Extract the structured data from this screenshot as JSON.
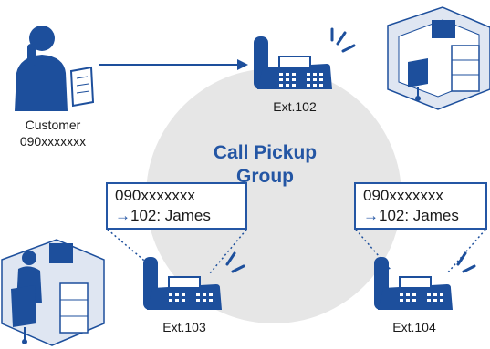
{
  "diagram": {
    "group_title_line1": "Call Pickup",
    "group_title_line2": "Group",
    "customer": {
      "label": "Customer",
      "number": "090xxxxxxx"
    },
    "phones": [
      {
        "ext": "Ext.102"
      },
      {
        "ext": "Ext.103"
      },
      {
        "ext": "Ext.104"
      }
    ],
    "callouts": [
      {
        "caller": "090xxxxxxx",
        "arrow": "→",
        "target": "102: James"
      },
      {
        "caller": "090xxxxxxx",
        "arrow": "→",
        "target": "102: James"
      }
    ]
  },
  "colors": {
    "accent": "#2456a4",
    "circle": "#e6e6e6",
    "figure": "#1d4f9c"
  }
}
